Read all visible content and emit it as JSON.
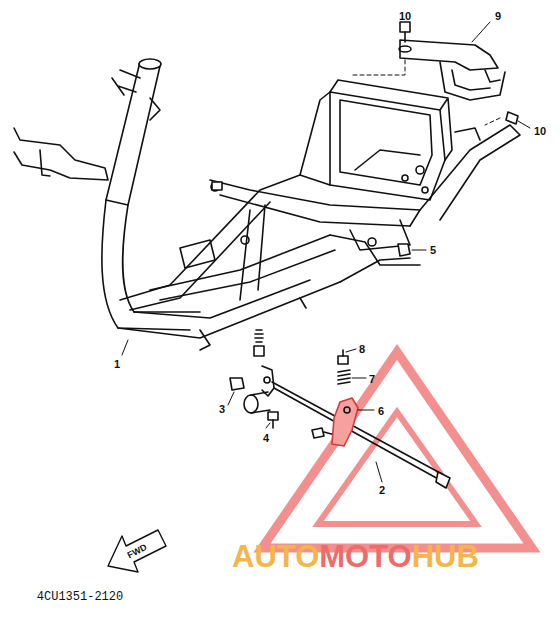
{
  "diagram": {
    "labels": [
      "10",
      "9",
      "10",
      "5",
      "1",
      "3",
      "8",
      "7",
      "6",
      "4",
      "2",
      "FWD",
      "4CU1351-2120",
      "AUTO",
      "MOTO",
      "HUB"
    ]
  }
}
